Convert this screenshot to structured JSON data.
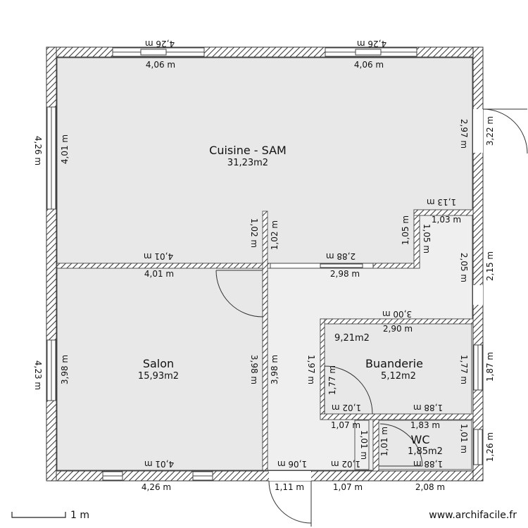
{
  "rooms": [
    {
      "name": "Cuisine - SAM",
      "area": "31,23m2"
    },
    {
      "name": "Salon",
      "area": "15,93m2"
    },
    {
      "name": "Buanderie",
      "area": "5,12m2"
    },
    {
      "name": "WC",
      "area": "1,85m2"
    },
    {
      "name": "",
      "area": "9,21m2"
    }
  ],
  "dimensions": {
    "top_win_left_ext": "4,26 m",
    "top_win_right_ext": "4,26 m",
    "cuisine_top_left": "4,06 m",
    "cuisine_top_right": "4,06 m",
    "left_ext_upper": "4,26 m",
    "cuisine_left": "4,01 m",
    "right_side_upper": "2,97 m",
    "door_right_ext": "3,22 m",
    "notch_top": "1,13 m",
    "notch_inner": "1,03 m",
    "notch_left": "1,05 m",
    "notch_right": "1,05 m",
    "partition_left": "1,02 m",
    "partition_right": "1,02 m",
    "cuisine_bottom_left": "4,01 m",
    "cuisine_bottom_mid": "2,88 m",
    "salon_top": "4,01 m",
    "hall_top": "2,98 m",
    "hall_right": "2,05 m",
    "right_ext_mid": "2,15 m",
    "buanderie_top_ext": "3,00 m",
    "buanderie_top": "2,90 m",
    "left_ext_lower": "4,23 m",
    "salon_left": "3,98 m",
    "salon_right": "3,98 m",
    "hall_left": "3,98 m",
    "buanderie_left_ext": "1,97 m",
    "buanderie_left": "1,77 m",
    "buanderie_right": "1,77 m",
    "right_ext_buanderie": "1,87 m",
    "buanderie_bottom_left": "1,02 m",
    "buanderie_bottom": "1,88 m",
    "hall_small": "1,07 m",
    "wc_top": "1,83 m",
    "wc_left_a": "1,01 m",
    "wc_left_b": "1,01 m",
    "wc_right": "1,01 m",
    "right_ext_wc": "1,26 m",
    "wc_bottom": "1,88 m",
    "salon_bottom": "4,01 m",
    "entry_bottom": "1,06 m",
    "hall_bottom": "1,02 m",
    "bottom_ext_left": "4,26 m",
    "bottom_ext_door": "1,11 m",
    "bottom_ext_mid": "1,07 m",
    "bottom_ext_right": "2,08 m"
  },
  "scale": {
    "label": "1 m"
  },
  "brand": {
    "text": "www.archifacile.fr"
  }
}
